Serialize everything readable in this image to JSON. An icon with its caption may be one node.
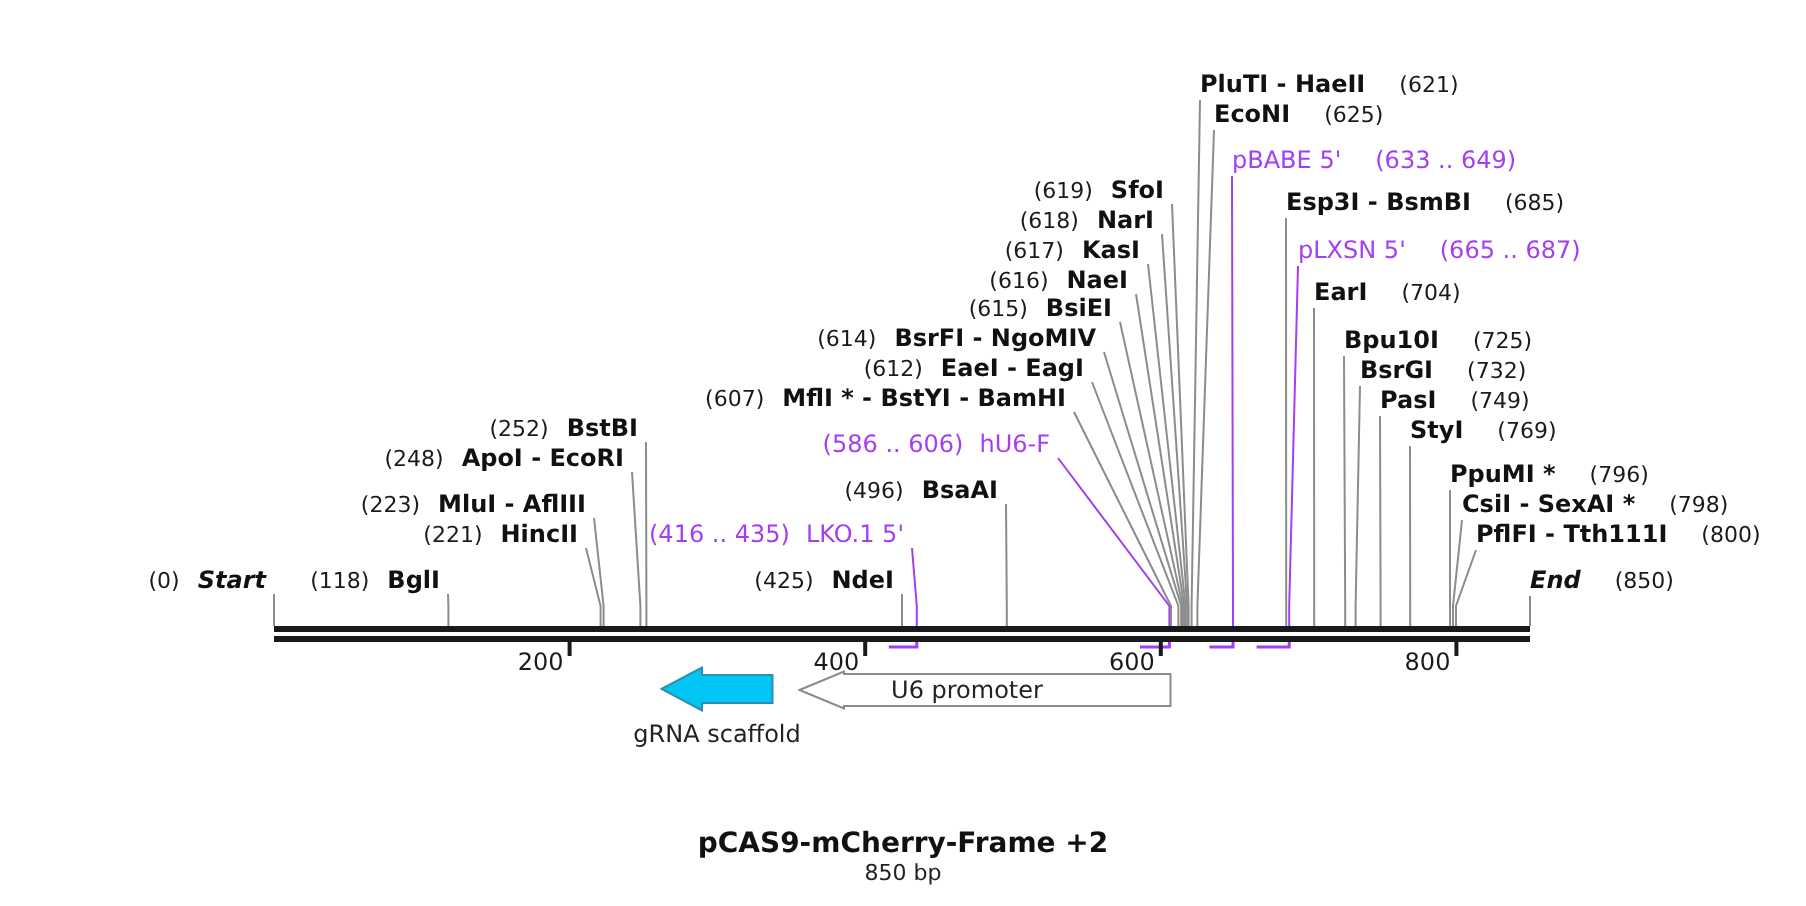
{
  "diagram": {
    "title": "pCAS9-mCherry-Frame +2",
    "caption": "850 bp",
    "nodes": [
      {
        "text": [
          "(0)",
          "Start"
        ]
      },
      {
        "text": [
          "(118)",
          "BglI"
        ]
      },
      {
        "text": [
          "(221)",
          "HincII"
        ]
      },
      {
        "text": [
          "(223)",
          "MluI - AflIII"
        ]
      },
      {
        "text": [
          "(248)",
          "ApoI - EcoRI"
        ]
      },
      {
        "text": [
          "(252)",
          "BstBI"
        ]
      },
      {
        "text": [
          "(416 .. 435)",
          "LKO.1 5'"
        ]
      },
      {
        "text": [
          "(425)",
          "NdeI"
        ]
      },
      {
        "text": [
          "(496)",
          "BsaAI"
        ]
      },
      {
        "text": [
          "(586 .. 606)",
          "hU6-F"
        ]
      },
      {
        "text": [
          "(607)",
          "MflI * - BstYI - BamHI"
        ]
      },
      {
        "text": [
          "(612)",
          "EaeI - EagI"
        ]
      },
      {
        "text": [
          "(614)",
          "BsrFI - NgoMIV"
        ]
      },
      {
        "text": [
          "(615)",
          "BsiEI"
        ]
      },
      {
        "text": [
          "(616)",
          "NaeI"
        ]
      },
      {
        "text": [
          "(617)",
          "KasI"
        ]
      },
      {
        "text": [
          "(618)",
          "NarI"
        ]
      },
      {
        "text": [
          "(619)",
          "SfoI"
        ]
      },
      {
        "text": [
          "PluTI - HaeII",
          "(621)"
        ]
      },
      {
        "text": [
          "EcoNI",
          "(625)"
        ]
      },
      {
        "text": [
          "pBABE 5'",
          "(633 .. 649)"
        ]
      },
      {
        "text": [
          "Esp3I - BsmBI",
          "(685)"
        ]
      },
      {
        "text": [
          "pLXSN 5'",
          "(665 .. 687)"
        ]
      },
      {
        "text": [
          "EarI",
          "(704)"
        ]
      },
      {
        "text": [
          "Bpu10I",
          "(725)"
        ]
      },
      {
        "text": [
          "BsrGI",
          "(732)"
        ]
      },
      {
        "text": [
          "PasI",
          "(749)"
        ]
      },
      {
        "text": [
          "StyI",
          "(769)"
        ]
      },
      {
        "text": [
          "PpuMI *",
          "(796)"
        ]
      },
      {
        "text": [
          "CsiI - SexAI *",
          "(798)"
        ]
      },
      {
        "text": [
          "PflFI - Tth111I",
          "(800)"
        ]
      },
      {
        "text": [
          "End",
          "(850)"
        ]
      },
      {
        "text": [],
        "shape": "bar"
      },
      {
        "text": [],
        "shape": "arrow",
        "beside": [
          "gRNA scaffold"
        ]
      },
      {
        "text": [
          "U6 promoter"
        ]
      }
    ],
    "edges": [
      {
        "from": 0,
        "to": 32,
        "arrow": "none"
      },
      {
        "from": 1,
        "to": 32,
        "arrow": "none"
      },
      {
        "from": 2,
        "to": 32,
        "arrow": "none"
      },
      {
        "from": 3,
        "to": 32,
        "arrow": "none"
      },
      {
        "from": 4,
        "to": 32,
        "arrow": "none"
      },
      {
        "from": 5,
        "to": 32,
        "arrow": "none"
      },
      {
        "from": 6,
        "to": 32,
        "arrow": "none",
        "color": "#a43ef2"
      },
      {
        "from": 7,
        "to": 32,
        "arrow": "none"
      },
      {
        "from": 8,
        "to": 32,
        "arrow": "none"
      },
      {
        "from": 9,
        "to": 32,
        "arrow": "none",
        "color": "#a43ef2"
      },
      {
        "from": 10,
        "to": 32,
        "arrow": "none"
      },
      {
        "from": 11,
        "to": 32,
        "arrow": "none"
      },
      {
        "from": 12,
        "to": 32,
        "arrow": "none"
      },
      {
        "from": 13,
        "to": 32,
        "arrow": "none"
      },
      {
        "from": 14,
        "to": 32,
        "arrow": "none"
      },
      {
        "from": 15,
        "to": 32,
        "arrow": "none"
      },
      {
        "from": 16,
        "to": 32,
        "arrow": "none"
      },
      {
        "from": 17,
        "to": 32,
        "arrow": "none"
      },
      {
        "from": 18,
        "to": 32,
        "arrow": "none"
      },
      {
        "from": 19,
        "to": 32,
        "arrow": "none"
      },
      {
        "from": 20,
        "to": 32,
        "arrow": "none",
        "color": "#a43ef2"
      },
      {
        "from": 21,
        "to": 32,
        "arrow": "none"
      },
      {
        "from": 22,
        "to": 32,
        "arrow": "none",
        "color": "#a43ef2"
      },
      {
        "from": 23,
        "to": 32,
        "arrow": "none"
      },
      {
        "from": 24,
        "to": 32,
        "arrow": "none"
      },
      {
        "from": 25,
        "to": 32,
        "arrow": "none"
      },
      {
        "from": 26,
        "to": 32,
        "arrow": "none"
      },
      {
        "from": 27,
        "to": 32,
        "arrow": "none"
      },
      {
        "from": 28,
        "to": 32,
        "arrow": "none"
      },
      {
        "from": 29,
        "to": 32,
        "arrow": "none"
      },
      {
        "from": 30,
        "to": 32,
        "arrow": "none"
      },
      {
        "from": 31,
        "to": 32,
        "arrow": "none"
      }
    ],
    "labels": [
      "200",
      "400",
      "600",
      "800"
    ]
  }
}
